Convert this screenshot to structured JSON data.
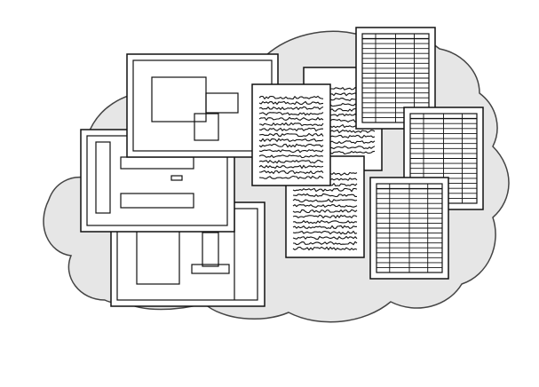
{
  "colors": {
    "background": "#ffffff",
    "cloud_fill": "#e6e6e6",
    "cloud_stroke": "#444444",
    "page_fill": "#ffffff",
    "ink": "#111111"
  },
  "illustration": {
    "subject": "cloud-of-documents",
    "icons": [
      "cloud-shape",
      "window-layout-document-top",
      "window-layout-document-left",
      "window-layout-document-bottom",
      "text-document-back",
      "text-document-front",
      "text-document-lower",
      "spreadsheet-document-top",
      "spreadsheet-document-right",
      "spreadsheet-document-bottom"
    ]
  }
}
